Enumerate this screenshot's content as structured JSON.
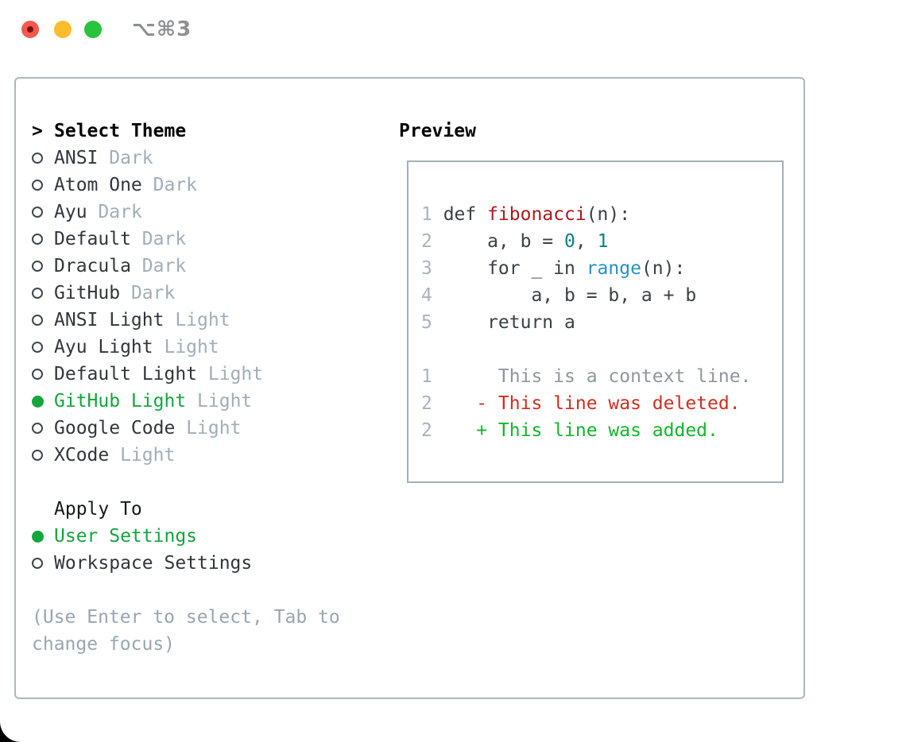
{
  "window": {
    "shortcut_label": "⌥⌘3",
    "traffic_lights": [
      "close",
      "minimize",
      "zoom"
    ]
  },
  "colors": {
    "selection_green": "#12a63c",
    "added_green": "#12b62c",
    "deleted_red": "#d02e1f",
    "function_red": "#aa1b1b",
    "number_teal": "#0f7f88",
    "builtin_blue": "#2691c4",
    "muted_gray": "#a2adb8",
    "panel_border": "#aeb7be"
  },
  "theme_panel": {
    "header": {
      "marker": ">",
      "label": "Select Theme"
    },
    "themes": [
      {
        "name": "ANSI",
        "variant": "Dark",
        "selected": false
      },
      {
        "name": "Atom One",
        "variant": "Dark",
        "selected": false
      },
      {
        "name": "Ayu",
        "variant": "Dark",
        "selected": false
      },
      {
        "name": "Default",
        "variant": "Dark",
        "selected": false
      },
      {
        "name": "Dracula",
        "variant": "Dark",
        "selected": false
      },
      {
        "name": "GitHub",
        "variant": "Dark",
        "selected": false
      },
      {
        "name": "ANSI Light",
        "variant": "Light",
        "selected": false
      },
      {
        "name": "Ayu Light",
        "variant": "Light",
        "selected": false
      },
      {
        "name": "Default Light",
        "variant": "Light",
        "selected": false
      },
      {
        "name": "GitHub Light",
        "variant": "Light",
        "selected": true
      },
      {
        "name": "Google Code",
        "variant": "Light",
        "selected": false
      },
      {
        "name": "XCode",
        "variant": "Light",
        "selected": false
      }
    ],
    "apply_to": {
      "label": "Apply To",
      "options": [
        {
          "name": "User Settings",
          "selected": true
        },
        {
          "name": "Workspace Settings",
          "selected": false
        }
      ]
    },
    "hint": "(Use Enter to select, Tab to change focus)"
  },
  "preview": {
    "label": "Preview",
    "lines": [
      {
        "num": "1",
        "segments": [
          {
            "text": "def ",
            "style": "plain"
          },
          {
            "text": "fibonacci",
            "style": "function"
          },
          {
            "text": "(n):",
            "style": "plain"
          }
        ]
      },
      {
        "num": "2",
        "segments": [
          {
            "text": "    a, b = ",
            "style": "plain"
          },
          {
            "text": "0",
            "style": "number"
          },
          {
            "text": ", ",
            "style": "plain"
          },
          {
            "text": "1",
            "style": "number"
          }
        ]
      },
      {
        "num": "3",
        "segments": [
          {
            "text": "    for _ in ",
            "style": "plain"
          },
          {
            "text": "range",
            "style": "builtin"
          },
          {
            "text": "(n):",
            "style": "plain"
          }
        ]
      },
      {
        "num": "4",
        "segments": [
          {
            "text": "        a, b = b, a + b",
            "style": "plain"
          }
        ]
      },
      {
        "num": "5",
        "segments": [
          {
            "text": "    return a",
            "style": "plain"
          }
        ]
      },
      {
        "num": "1",
        "segments": [
          {
            "text": "     This is a context line.",
            "style": "context"
          }
        ]
      },
      {
        "num": "2",
        "segments": [
          {
            "text": "   - This line was deleted.",
            "style": "deleted"
          }
        ]
      },
      {
        "num": "2",
        "segments": [
          {
            "text": "   + This line was added.",
            "style": "added"
          }
        ]
      }
    ]
  }
}
